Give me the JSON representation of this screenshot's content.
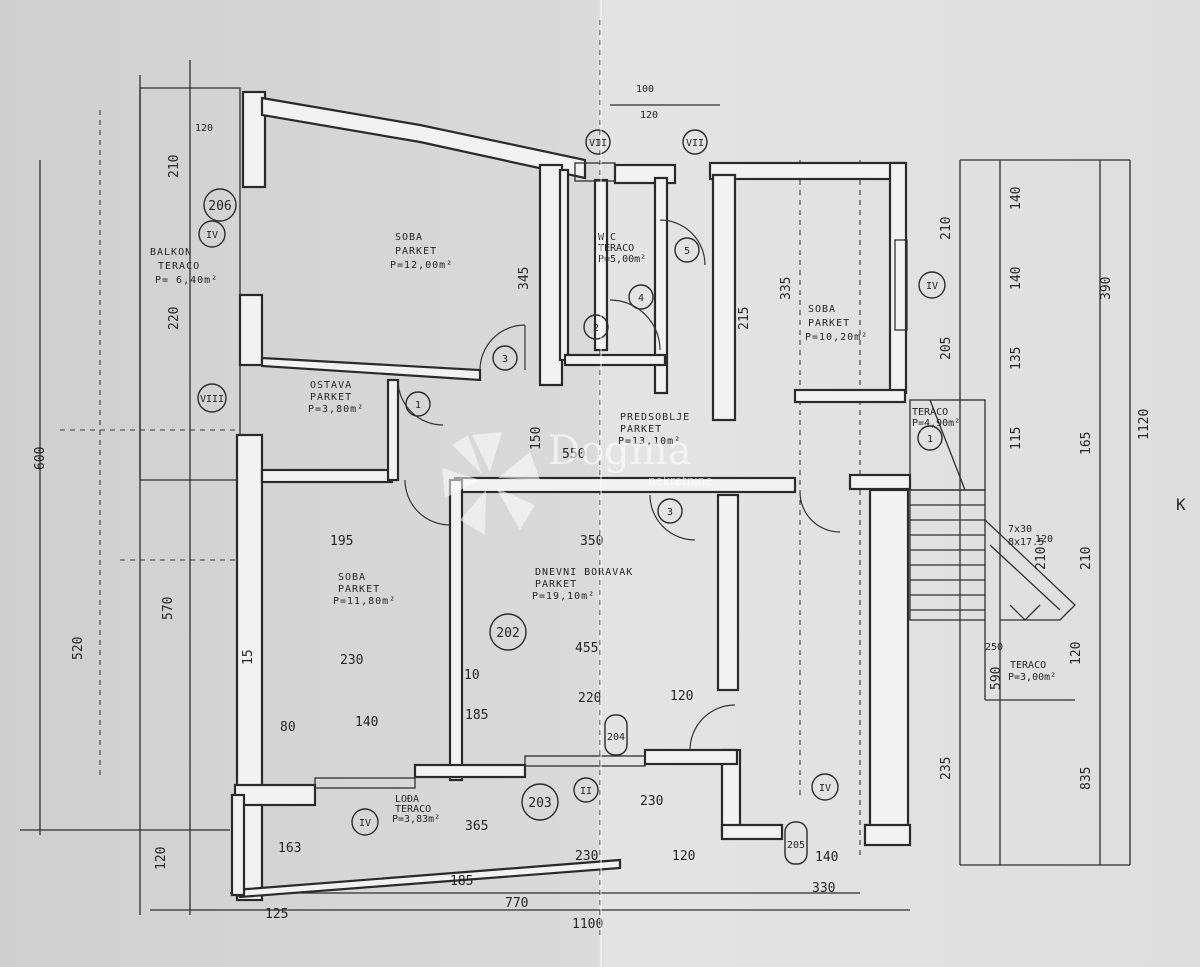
{
  "rooms": {
    "balkon": [
      "BALKON",
      "TERACO",
      "P= 6,40m²"
    ],
    "soba_1": [
      "SOBA",
      "PARKET",
      "P=12,00m²"
    ],
    "wc": [
      "W.C",
      "TERACO",
      "P=5,00m²"
    ],
    "soba_2": [
      "SOBA",
      "PARKET",
      "P=10,20m²"
    ],
    "ostava": [
      "OSTAVA",
      "PARKET",
      "P=3,80m²"
    ],
    "predsoblje": [
      "PREDSOBLJE",
      "PARKET",
      "P=13,10m²"
    ],
    "teraco_small": [
      "TERACO",
      "P=4,90m²"
    ],
    "soba_3": [
      "SOBA",
      "PARKET",
      "P=11,80m²"
    ],
    "dnevni": [
      "DNEVNI BORAVAK",
      "PARKET",
      "P=19,10m²"
    ],
    "teraco_stairs": [
      "TERACO",
      "P=3,00m²"
    ],
    "loggia": [
      "LOĐA",
      "TERACO",
      "P=3,83m²"
    ]
  },
  "markers": {
    "m202": "202",
    "m203": "203",
    "m204": "204",
    "m205": "205",
    "m206": "206",
    "mIV": "IV",
    "mIVa": "IV",
    "mIVb": "IV",
    "mIVc": "IV",
    "mVIII": "VIII",
    "mVII": "VII",
    "mVIIb": "VII",
    "mII": "II",
    "d1": "1",
    "d2": "2",
    "d3": "3",
    "d4": "4",
    "d5": "5",
    "k_letter": "K"
  },
  "dimensions": {
    "top": [
      "100",
      "120",
      "120"
    ],
    "left_outer": [
      "600",
      "520",
      "570"
    ],
    "left_inner": [
      "210",
      "220",
      "120",
      "120"
    ],
    "right_outer": [
      "1120",
      "390",
      "165",
      "210",
      "590",
      "835"
    ],
    "right_inner": [
      "210",
      "140",
      "140",
      "205",
      "135",
      "115",
      "210",
      "120",
      "235"
    ],
    "interior": [
      "345",
      "550",
      "150",
      "350",
      "195",
      "230",
      "455",
      "220",
      "185",
      "140",
      "80",
      "10",
      "120",
      "365",
      "230",
      "335",
      "215",
      "15"
    ],
    "bottom": [
      "125",
      "185",
      "770",
      "1100",
      "330",
      "120",
      "230",
      "163",
      "140"
    ],
    "stairs": [
      "7x30",
      "8x17.5",
      "120",
      "250"
    ]
  },
  "watermark": {
    "brand": "Dogma",
    "sub": "nekretnine"
  }
}
